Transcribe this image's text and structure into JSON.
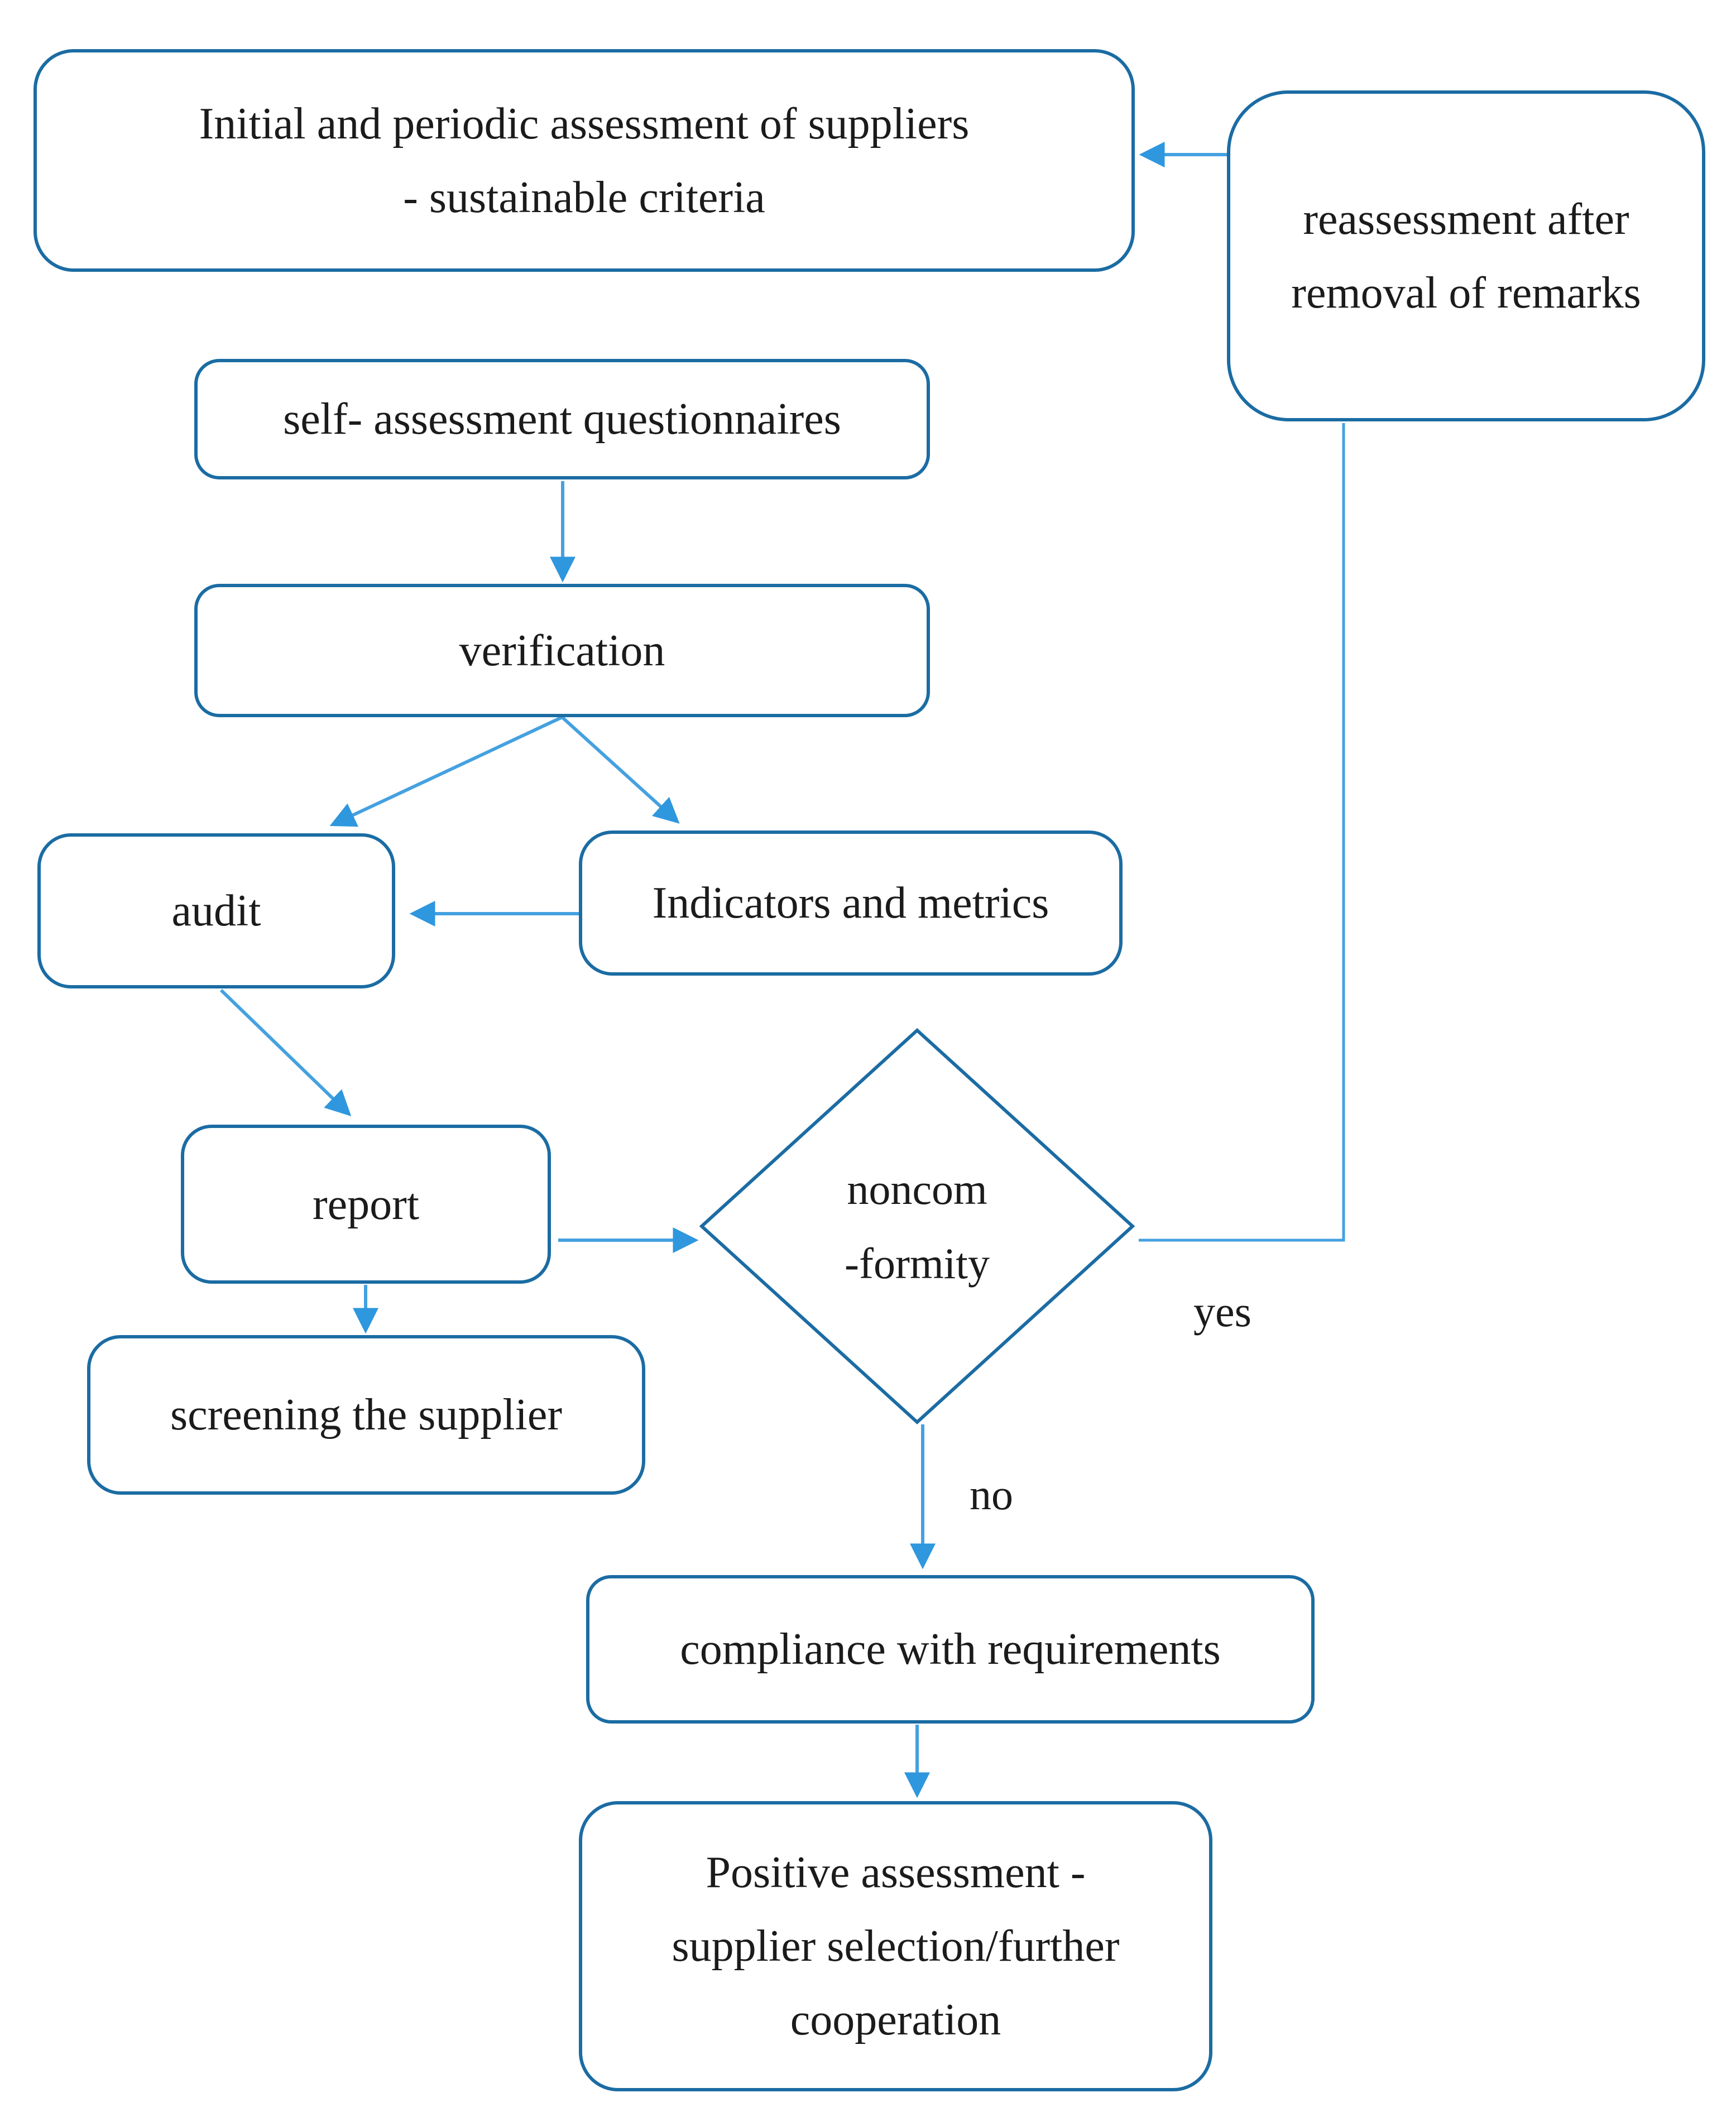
{
  "diagram": {
    "colors": {
      "box_border": "#1b6ca3",
      "connector": "#45a1e0",
      "arrowhead": "#2e97de",
      "text": "#1b1b1b",
      "background": "#ffffff"
    },
    "nodes": {
      "initial": {
        "lines": [
          "Initial and periodic assessment of suppliers",
          "- sustainable criteria"
        ]
      },
      "reassessment": {
        "lines": [
          "reassessment after",
          "removal of remarks"
        ]
      },
      "self_assessment": {
        "label": "self- assessment questionnaires"
      },
      "verification": {
        "label": "verification"
      },
      "audit": {
        "label": "audit"
      },
      "indicators": {
        "label": "Indicators and metrics"
      },
      "report": {
        "label": "report"
      },
      "nonconformity": {
        "lines": [
          "noncom",
          "-formity"
        ]
      },
      "screening": {
        "label": "screening the supplier"
      },
      "compliance": {
        "label": "compliance with requirements"
      },
      "positive": {
        "lines": [
          "Positive assessment -",
          "supplier selection/further",
          "cooperation"
        ]
      }
    },
    "edge_labels": {
      "yes": "yes",
      "no": "no"
    }
  }
}
